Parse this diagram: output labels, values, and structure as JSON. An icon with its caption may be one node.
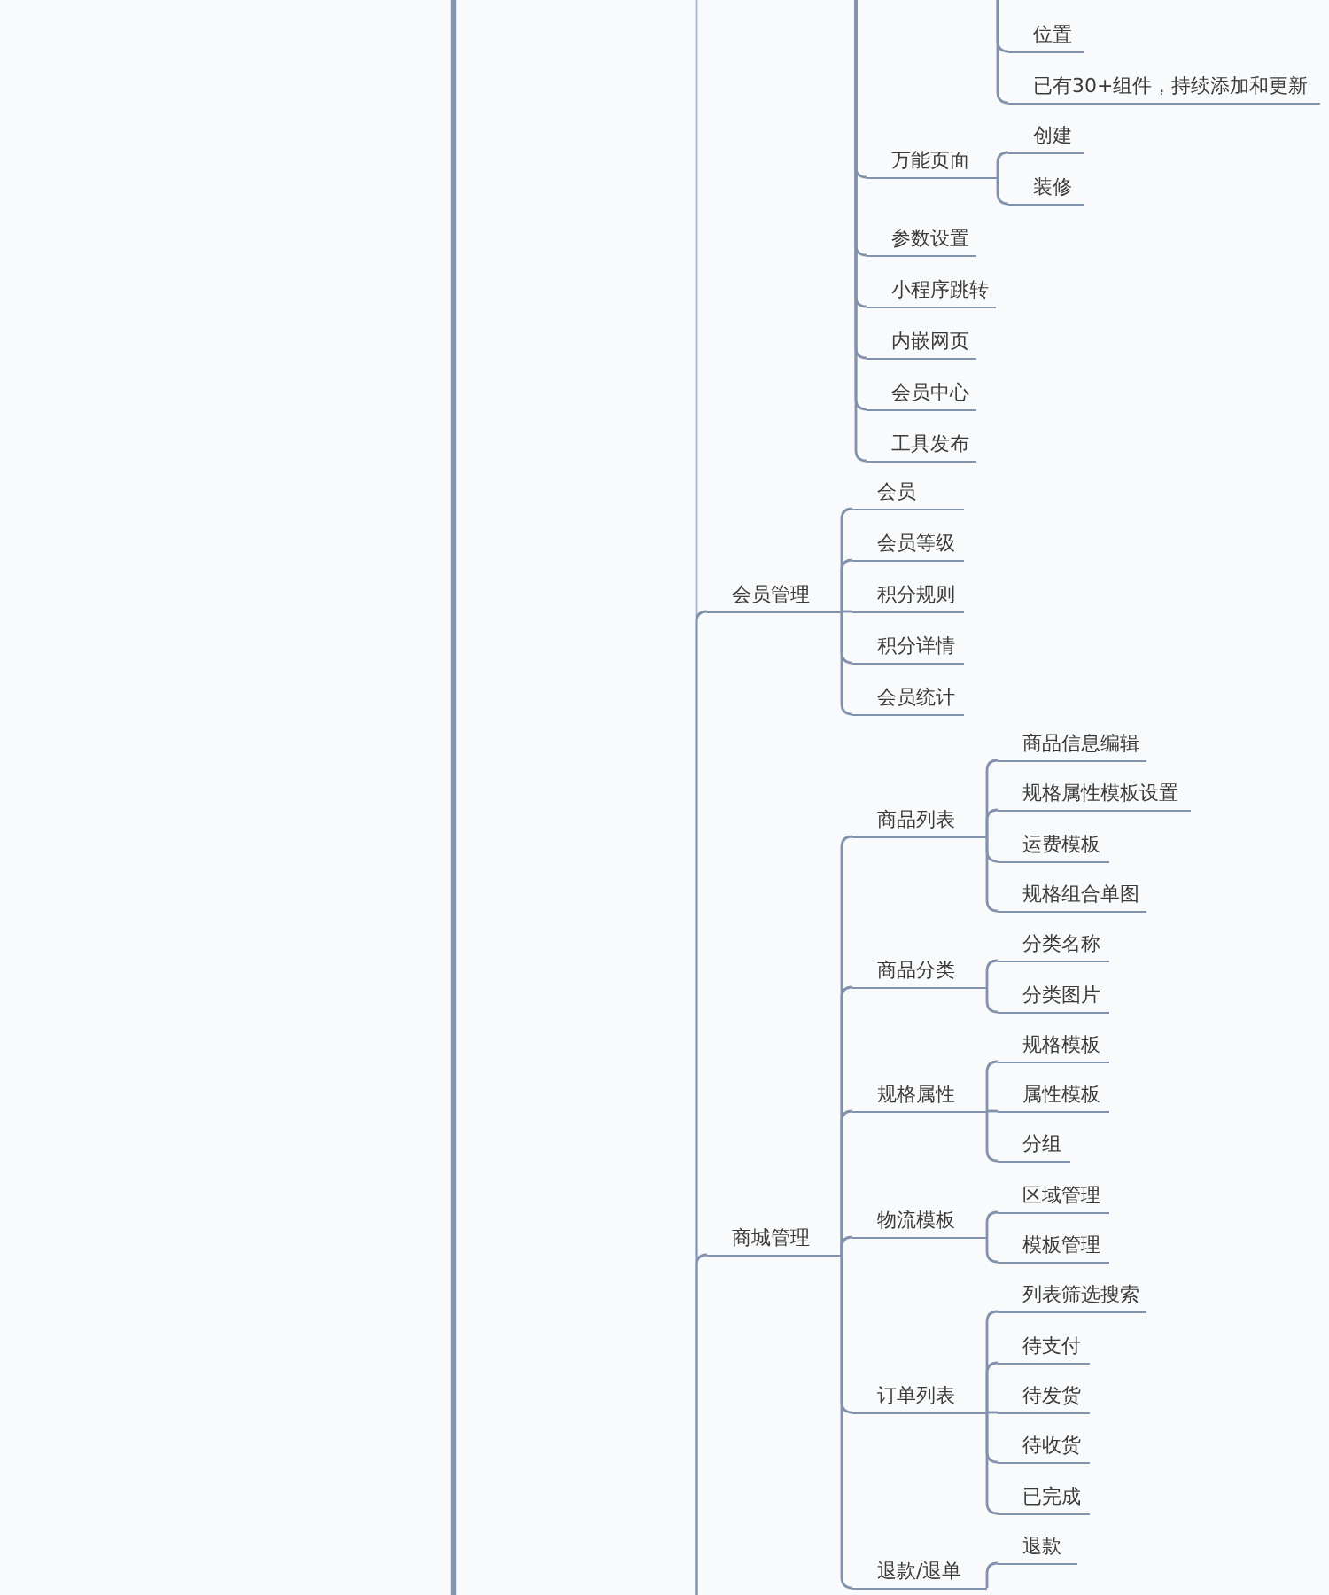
{
  "diagram": {
    "nodes": [
      {
        "text": [
          "位置"
        ]
      },
      {
        "text": [
          "已有30+组件，持续添加和更新"
        ]
      },
      {
        "text": [
          "万能页面"
        ]
      },
      {
        "text": [
          "创建"
        ]
      },
      {
        "text": [
          "装修"
        ]
      },
      {
        "text": [
          "参数设置"
        ]
      },
      {
        "text": [
          "小程序跳转"
        ]
      },
      {
        "text": [
          "内嵌网页"
        ]
      },
      {
        "text": [
          "会员中心"
        ]
      },
      {
        "text": [
          "工具发布"
        ]
      },
      {
        "text": [
          "会员管理"
        ]
      },
      {
        "text": [
          "会员"
        ]
      },
      {
        "text": [
          "会员等级"
        ]
      },
      {
        "text": [
          "积分规则"
        ]
      },
      {
        "text": [
          "积分详情"
        ]
      },
      {
        "text": [
          "会员统计"
        ]
      },
      {
        "text": [
          "商城管理"
        ]
      },
      {
        "text": [
          "商品列表"
        ]
      },
      {
        "text": [
          "商品信息编辑"
        ]
      },
      {
        "text": [
          "规格属性模板设置"
        ]
      },
      {
        "text": [
          "运费模板"
        ]
      },
      {
        "text": [
          "规格组合单图"
        ]
      },
      {
        "text": [
          "商品分类"
        ]
      },
      {
        "text": [
          "分类名称"
        ]
      },
      {
        "text": [
          "分类图片"
        ]
      },
      {
        "text": [
          "规格属性"
        ]
      },
      {
        "text": [
          "规格模板"
        ]
      },
      {
        "text": [
          "属性模板"
        ]
      },
      {
        "text": [
          "分组"
        ]
      },
      {
        "text": [
          "物流模板"
        ]
      },
      {
        "text": [
          "区域管理"
        ]
      },
      {
        "text": [
          "模板管理"
        ]
      },
      {
        "text": [
          "订单列表"
        ]
      },
      {
        "text": [
          "列表筛选搜索"
        ]
      },
      {
        "text": [
          "待支付"
        ]
      },
      {
        "text": [
          "待发货"
        ]
      },
      {
        "text": [
          "待收货"
        ]
      },
      {
        "text": [
          "已完成"
        ]
      },
      {
        "text": [
          "退款/退单"
        ]
      },
      {
        "text": [
          "退款"
        ]
      }
    ],
    "edges": [
      {
        "from": null,
        "to": 0,
        "arrow": "none"
      },
      {
        "from": null,
        "to": 1,
        "arrow": "none"
      },
      {
        "from": null,
        "to": 2,
        "arrow": "none"
      },
      {
        "from": 2,
        "to": 3,
        "arrow": "none"
      },
      {
        "from": 2,
        "to": 4,
        "arrow": "none"
      },
      {
        "from": null,
        "to": 5,
        "arrow": "none"
      },
      {
        "from": null,
        "to": 6,
        "arrow": "none"
      },
      {
        "from": null,
        "to": 7,
        "arrow": "none"
      },
      {
        "from": null,
        "to": 8,
        "arrow": "none"
      },
      {
        "from": null,
        "to": 9,
        "arrow": "none"
      },
      {
        "from": null,
        "to": 10,
        "arrow": "none"
      },
      {
        "from": 10,
        "to": 11,
        "arrow": "none"
      },
      {
        "from": 10,
        "to": 12,
        "arrow": "none"
      },
      {
        "from": 10,
        "to": 13,
        "arrow": "none"
      },
      {
        "from": 10,
        "to": 14,
        "arrow": "none"
      },
      {
        "from": 10,
        "to": 15,
        "arrow": "none"
      },
      {
        "from": null,
        "to": 16,
        "arrow": "none"
      },
      {
        "from": 16,
        "to": 17,
        "arrow": "none"
      },
      {
        "from": 17,
        "to": 18,
        "arrow": "none"
      },
      {
        "from": 17,
        "to": 19,
        "arrow": "none"
      },
      {
        "from": 17,
        "to": 20,
        "arrow": "none"
      },
      {
        "from": 17,
        "to": 21,
        "arrow": "none"
      },
      {
        "from": 16,
        "to": 22,
        "arrow": "none"
      },
      {
        "from": 22,
        "to": 23,
        "arrow": "none"
      },
      {
        "from": 22,
        "to": 24,
        "arrow": "none"
      },
      {
        "from": 16,
        "to": 25,
        "arrow": "none"
      },
      {
        "from": 25,
        "to": 26,
        "arrow": "none"
      },
      {
        "from": 25,
        "to": 27,
        "arrow": "none"
      },
      {
        "from": 25,
        "to": 28,
        "arrow": "none"
      },
      {
        "from": 16,
        "to": 29,
        "arrow": "none"
      },
      {
        "from": 29,
        "to": 30,
        "arrow": "none"
      },
      {
        "from": 29,
        "to": 31,
        "arrow": "none"
      },
      {
        "from": 16,
        "to": 32,
        "arrow": "none"
      },
      {
        "from": 32,
        "to": 33,
        "arrow": "none"
      },
      {
        "from": 32,
        "to": 34,
        "arrow": "none"
      },
      {
        "from": 32,
        "to": 35,
        "arrow": "none"
      },
      {
        "from": 32,
        "to": 36,
        "arrow": "none"
      },
      {
        "from": 32,
        "to": 37,
        "arrow": "none"
      },
      {
        "from": 16,
        "to": 38,
        "arrow": "none"
      },
      {
        "from": 38,
        "to": 39,
        "arrow": "none"
      }
    ]
  }
}
